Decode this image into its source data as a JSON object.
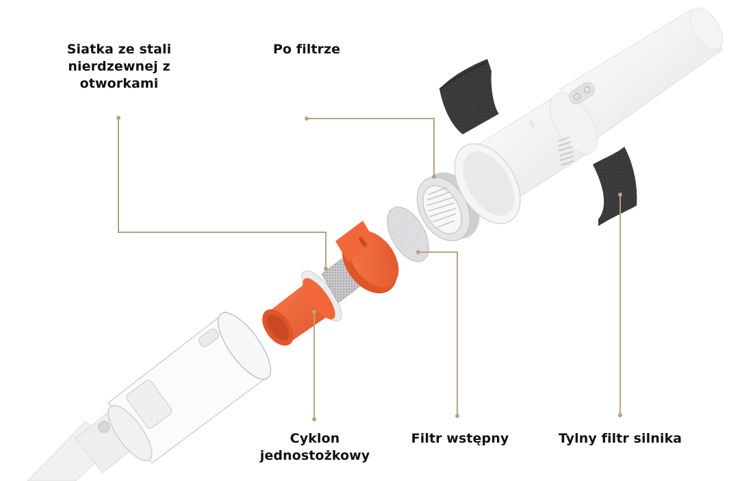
{
  "diagram": {
    "type": "exploded-product-view",
    "subject": "handheld vacuum cleaner",
    "colors": {
      "background": "#ffffff",
      "leader_line": "#b8a283",
      "cyclone_orange": "#f2673a",
      "cyclone_orange_dark": "#d94e24",
      "foam_filter": "#3a3a3c",
      "body_white": "#f4f4f4",
      "label_text": "#111111"
    },
    "labels": {
      "mesh": {
        "lines": [
          "Siatka ze stali",
          "nierdzewnej z",
          "otworkami"
        ],
        "text": "Siatka ze stali nierdzewnej z otworkami"
      },
      "post_filter": {
        "lines": [
          "Po filtrze"
        ],
        "text": "Po filtrze"
      },
      "cyclone": {
        "lines": [
          "Cyklon",
          "jednostożkowy"
        ],
        "text": "Cyklon jednostożkowy"
      },
      "pre_filter": {
        "lines": [
          "Filtr wstępny"
        ],
        "text": "Filtr wstępny"
      },
      "rear_motor_filter": {
        "lines": [
          "Tylny filtr silnika"
        ],
        "text": "Tylny filtr silnika"
      }
    },
    "components": [
      "telescopic-tube",
      "transparent-dust-bin",
      "cyclone-cone",
      "stainless-mesh-filter",
      "pre-filter-disc",
      "post-filter-hepa",
      "motor-housing",
      "rear-foam-filter-top",
      "rear-foam-filter-bottom"
    ],
    "brand_mark": "mi"
  }
}
